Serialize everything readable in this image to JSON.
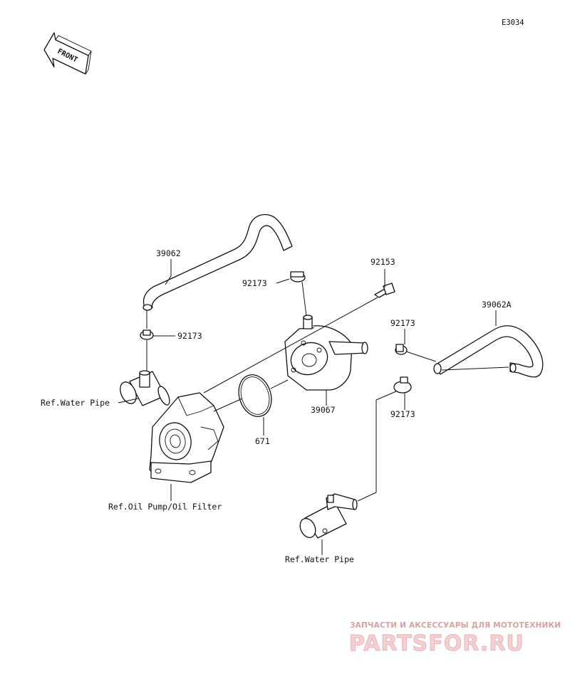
{
  "diagram_code": "E3034",
  "front_badge": "FRONT",
  "labels": {
    "hose_39062": "39062",
    "clamp_92173_a": "92173",
    "clamp_92173_b": "92173",
    "clamp_92173_c": "92173",
    "clamp_92173_d": "92173",
    "bolt_92153": "92153",
    "hose_39062A": "39062A",
    "oil_cooler_39067": "39067",
    "oring_671": "671",
    "ref_water_pipe_left": "Ref.Water Pipe",
    "ref_oil_pump_filter": "Ref.Oil Pump/Oil Filter",
    "ref_water_pipe_bottom": "Ref.Water Pipe"
  },
  "watermark": {
    "tagline": "ЗАПЧАСТИ И АКСЕССУАРЫ ДЛЯ МОТОТЕХНИКИ",
    "brand": "PARTSFOR.RU"
  }
}
